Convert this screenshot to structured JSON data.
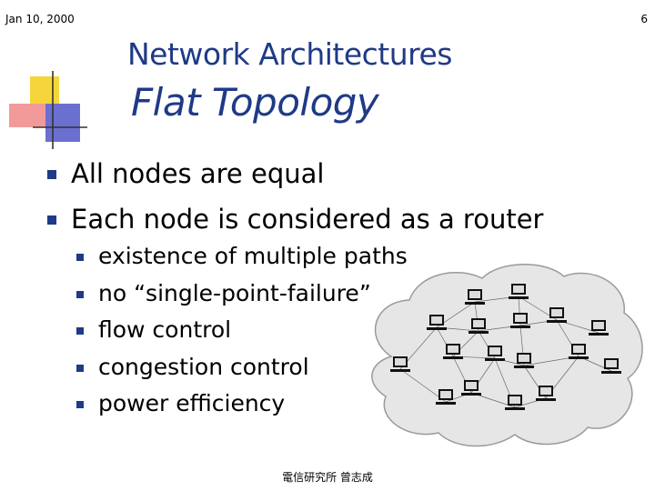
{
  "header": {
    "date": "Jan 10, 2000",
    "page_number": "6"
  },
  "title": {
    "line1": "Network Architectures",
    "line2": "Flat Topology"
  },
  "bullets": [
    "All nodes are equal",
    "Each node is considered as a router"
  ],
  "sub_bullets": [
    "existence of multiple paths",
    "no “single-point-failure”",
    "flow control",
    "congestion control",
    "power efficiency"
  ],
  "footer": {
    "text": "電信研究所 曾志成"
  },
  "colors": {
    "title": "#1f3a86",
    "bullet": "#1f3a86",
    "cloud_fill": "#e6e6e6"
  }
}
